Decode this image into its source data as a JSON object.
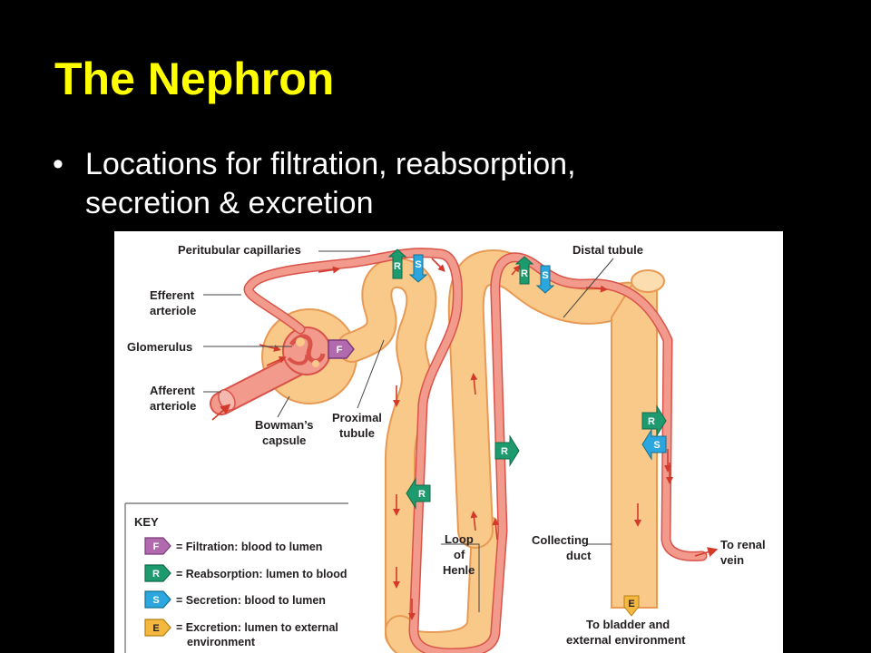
{
  "slide": {
    "title": "The Nephron",
    "bullet_lines": [
      "Locations for filtration, reabsorption,",
      "secretion & excretion"
    ]
  },
  "diagram": {
    "labels": {
      "peritubular": "Peritubular capillaries",
      "efferent_1": "Efferent",
      "efferent_2": "arteriole",
      "glomerulus": "Glomerulus",
      "afferent_1": "Afferent",
      "afferent_2": "arteriole",
      "bowman_1": "Bowman’s",
      "bowman_2": "capsule",
      "proximal_1": "Proximal",
      "proximal_2": "tubule",
      "distal": "Distal tubule",
      "loop_1": "Loop",
      "loop_2": "of",
      "loop_3": "Henle",
      "collecting_1": "Collecting",
      "collecting_2": "duct",
      "renal_1": "To renal",
      "renal_2": "vein",
      "bladder_1": "To bladder and",
      "bladder_2": "external environment"
    },
    "badges": {
      "F": "F",
      "R": "R",
      "S": "S",
      "E": "E"
    },
    "key": {
      "heading": "KEY",
      "items": [
        {
          "letter": "F",
          "text": "= Filtration: blood to lumen"
        },
        {
          "letter": "R",
          "text": "= Reabsorption: lumen to blood"
        },
        {
          "letter": "S",
          "text": "= Secretion: blood to lumen"
        },
        {
          "letter": "E",
          "text_1": "= Excretion: lumen to external",
          "text_2": "environment"
        }
      ]
    },
    "colors": {
      "filtration": "#B26AAE",
      "reabsorption": "#1E9B6E",
      "secretion": "#2BA6DE",
      "excretion": "#F4B840",
      "tubule_fill": "#F9C98A",
      "tubule_edge": "#E89A55",
      "vessel_fill": "#F29A8C",
      "vessel_edge": "#D9534A",
      "arrow_red": "#D33A2C"
    }
  }
}
